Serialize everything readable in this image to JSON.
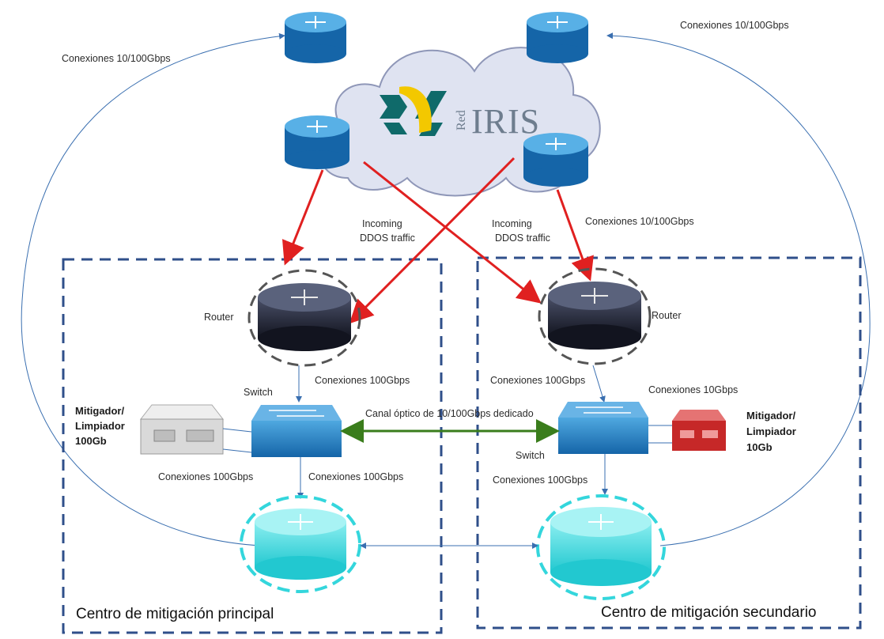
{
  "cloud": {
    "brand_prefix": "Red",
    "brand_name": "IRIS"
  },
  "labels": {
    "conn_top_left": "Conexiones 10/100Gbps",
    "conn_top_right": "Conexiones 10/100Gbps",
    "conn_right_mid": "Conexiones 10/100Gbps",
    "incoming_left_line1": "Incoming",
    "incoming_left_line2": "DDOS traffic",
    "incoming_right_line1": "Incoming",
    "incoming_right_line2": "DDOS traffic",
    "router_left": "Router",
    "router_right": "Router",
    "switch_left": "Switch",
    "switch_right": "Switch",
    "conn_100_left_router": "Conexiones 100Gbps",
    "conn_100_right_router": "Conexiones 100Gbps",
    "conn_10_right_mitigator": "Conexiones 10Gbps",
    "optical_channel": "Canal óptico de 10/100Gbps dedicado",
    "conn_100_left_mitigator": "Conexiones 100Gbps",
    "conn_100_left_core": "Conexiones 100Gbps",
    "conn_100_right_core": "Conexiones 100Gbps",
    "mitigator_left": [
      "Mitigador/",
      "Limpiador",
      "100Gb"
    ],
    "mitigator_right": [
      "Mitigador/",
      "Limpiador",
      "10Gb"
    ]
  },
  "zones": {
    "primary": "Centro de mitigación principal",
    "secondary": "Centro de mitigación secundario"
  },
  "colors": {
    "edge_router": "#1f7fc0",
    "core_router": "#1e2233",
    "switch": "#2176c0",
    "dc_router": "#34d6dc",
    "ddos_arrow": "#e02020",
    "optical_link": "#3a7d1c",
    "zone_border": "#2f4f8a",
    "cloud": "#dfe3f1"
  }
}
